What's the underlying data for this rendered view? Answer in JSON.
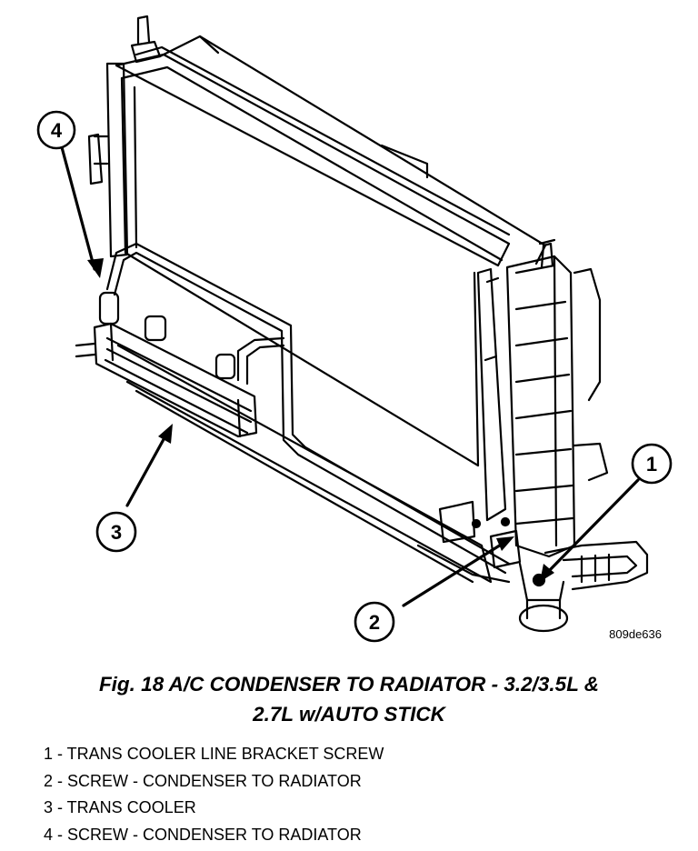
{
  "figure": {
    "image_code": "809de636",
    "callouts": [
      "1",
      "2",
      "3",
      "4"
    ]
  },
  "caption": {
    "line1": "Fig. 18 A/C CONDENSER TO RADIATOR - 3.2/3.5L &",
    "line2": "2.7L w/AUTO STICK"
  },
  "legend": [
    "1 - TRANS COOLER LINE BRACKET SCREW",
    "2 - SCREW - CONDENSER TO RADIATOR",
    "3 - TRANS COOLER",
    "4 - SCREW - CONDENSER TO RADIATOR"
  ]
}
